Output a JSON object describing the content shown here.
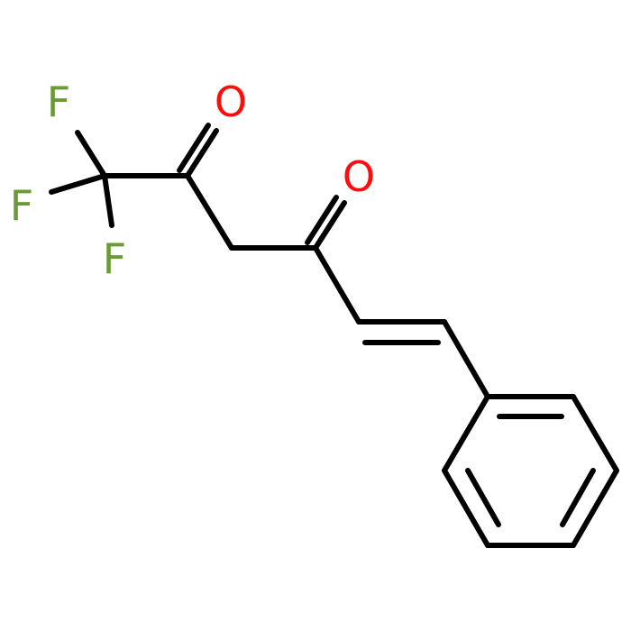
{
  "structure": {
    "atoms": [
      {
        "id": "F1",
        "symbol": "F",
        "color": "#6a9a35"
      },
      {
        "id": "F2",
        "symbol": "F",
        "color": "#6a9a35"
      },
      {
        "id": "F3",
        "symbol": "F",
        "color": "#6a9a35"
      },
      {
        "id": "O1",
        "symbol": "O",
        "color": "#ff0d0d"
      },
      {
        "id": "O2",
        "symbol": "O",
        "color": "#ff0d0d"
      }
    ],
    "bond_color": "#000000",
    "background": "#ffffff"
  }
}
